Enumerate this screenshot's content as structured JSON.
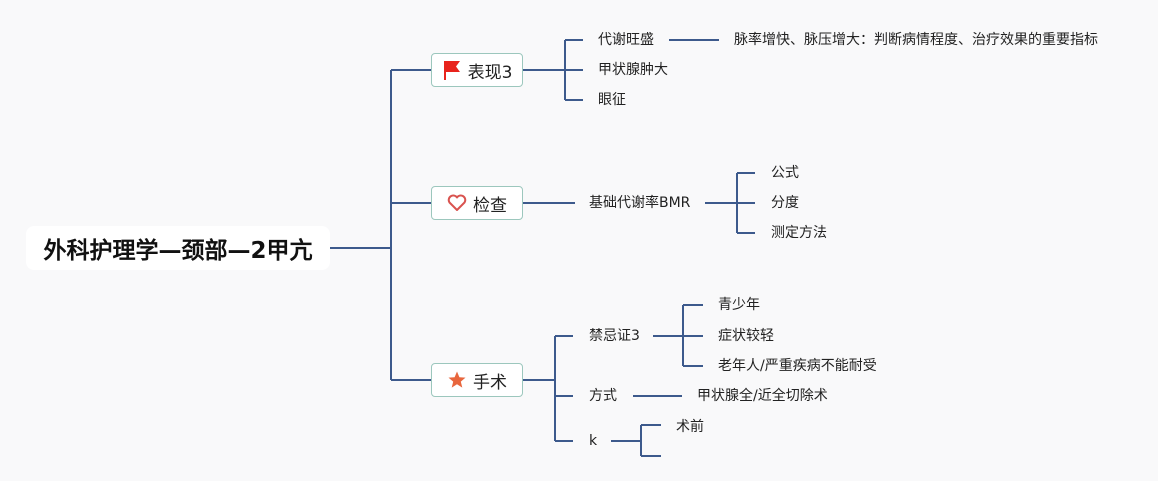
{
  "root": {
    "label": "外科护理学—颈部—2甲亢"
  },
  "topics": [
    {
      "label": "表现3",
      "icon": "flag-icon",
      "icon_color": "#e8231c",
      "children": [
        {
          "label": "代谢旺盛",
          "children": [
            {
              "label": "脉率增快、脉压增大：判断病情程度、治疗效果的重要指标"
            }
          ]
        },
        {
          "label": "甲状腺肿大"
        },
        {
          "label": "眼征"
        }
      ]
    },
    {
      "label": "检查",
      "icon": "heart-icon",
      "icon_color": "#d9534f",
      "children": [
        {
          "label": "基础代谢率BMR",
          "children": [
            {
              "label": "公式"
            },
            {
              "label": "分度"
            },
            {
              "label": "测定方法"
            }
          ]
        }
      ]
    },
    {
      "label": "手术",
      "icon": "star-icon",
      "icon_color": "#e8663d",
      "children": [
        {
          "label": "禁忌证3",
          "children": [
            {
              "label": "青少年"
            },
            {
              "label": "症状较轻"
            },
            {
              "label": "老年人/严重疾病不能耐受"
            }
          ]
        },
        {
          "label": "方式",
          "children": [
            {
              "label": "甲状腺全/近全切除术"
            }
          ]
        },
        {
          "label": "k",
          "children": [
            {
              "label": "术前"
            },
            {
              "label": ""
            }
          ]
        }
      ]
    }
  ],
  "colors": {
    "line": "#3d5a8c",
    "topic_border": "#9cc7bd",
    "background": "#f9f9fa"
  }
}
